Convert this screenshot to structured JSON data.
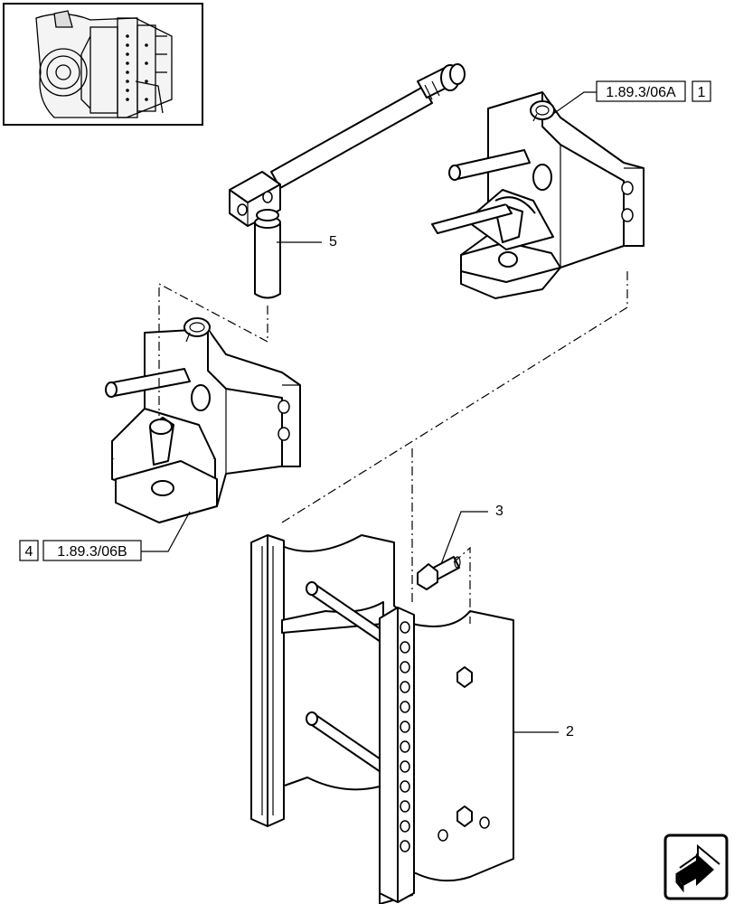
{
  "callouts": {
    "ref_top": "1.89.3/06A",
    "ref_top_num": "1",
    "ref_left": "1.89.3/06B",
    "ref_left_num": "4",
    "item_2": "2",
    "item_3": "3",
    "item_5": "5"
  },
  "icons": {
    "thumbnail": "machine-location-thumbnail",
    "navigation": "next-page-arrow-icon"
  }
}
